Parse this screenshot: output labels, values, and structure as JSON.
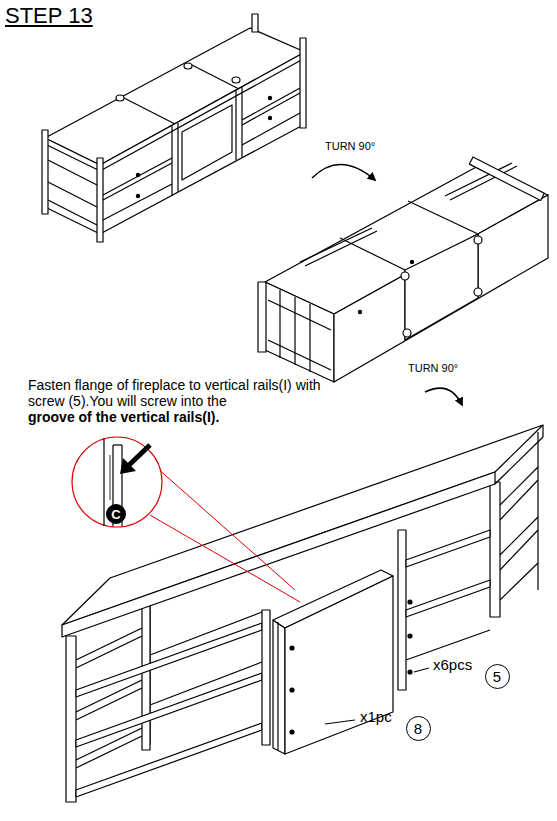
{
  "diagram": {
    "title": "STEP 13",
    "nodes": [
      {
        "text": [
          "C"
        ]
      },
      {
        "text": [
          "5"
        ]
      },
      {
        "text": [
          "8"
        ]
      }
    ],
    "labels": [
      "TURN 90°",
      "TURN 90°",
      "Fasten flange of fireplace to vertical rails(I) with screw (5).You will screw into the",
      "groove of the vertical rails(I).",
      "x6pcs",
      "x1pc"
    ]
  }
}
